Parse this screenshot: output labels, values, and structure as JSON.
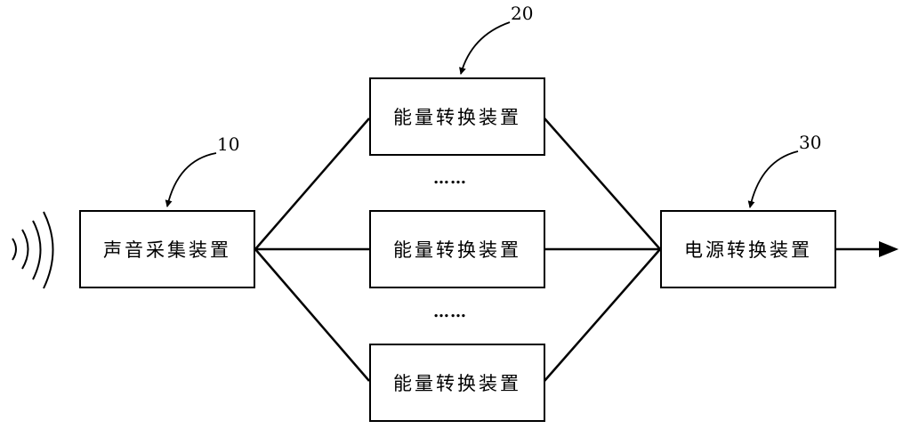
{
  "diagram": {
    "sound_collector": {
      "label": "声音采集装置",
      "ref": "10"
    },
    "energy_converter_top": {
      "label": "能量转换装置",
      "ref": "20"
    },
    "energy_converter_middle": {
      "label": "能量转换装置"
    },
    "energy_converter_bottom": {
      "label": "能量转换装置"
    },
    "power_converter": {
      "label": "电源转换装置",
      "ref": "30"
    },
    "ellipsis_upper": "……",
    "ellipsis_lower": "……",
    "icons": [
      "sound-wave-icon",
      "output-arrow-icon"
    ]
  }
}
